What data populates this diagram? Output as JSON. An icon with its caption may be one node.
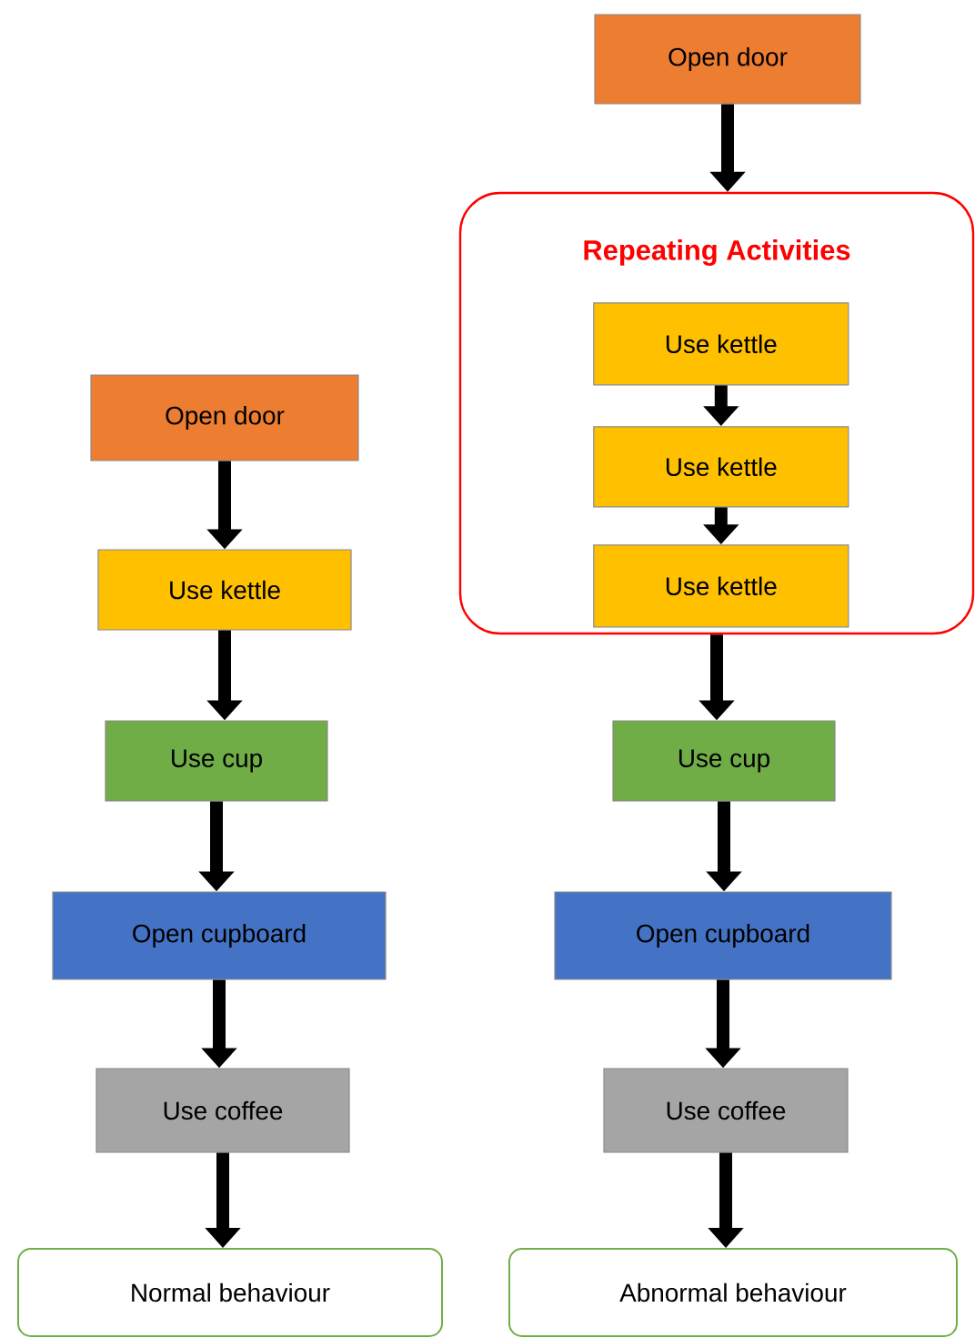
{
  "diagram": {
    "nodes": [
      {
        "text": [
          "Open door"
        ]
      },
      {
        "text": [
          "Use kettle"
        ]
      },
      {
        "text": [
          "Use cup"
        ]
      },
      {
        "text": [
          "Open cupboard"
        ]
      },
      {
        "text": [
          "Use coffee"
        ]
      },
      {
        "text": [
          "Normal behaviour"
        ]
      },
      {
        "text": [
          "Open door"
        ]
      },
      {
        "text": [
          "Repeating Activities"
        ]
      },
      {
        "text": [
          "Use kettle"
        ],
        "in": 7
      },
      {
        "text": [
          "Use kettle"
        ],
        "in": 7
      },
      {
        "text": [
          "Use kettle"
        ],
        "in": 7
      },
      {
        "text": [
          "Use cup"
        ]
      },
      {
        "text": [
          "Open cupboard"
        ]
      },
      {
        "text": [
          "Use coffee"
        ]
      },
      {
        "text": [
          "Abnormal behaviour"
        ]
      }
    ],
    "edges": [
      {
        "from": 0,
        "to": 1,
        "arrow": "to"
      },
      {
        "from": 1,
        "to": 2,
        "arrow": "to"
      },
      {
        "from": 2,
        "to": 3,
        "arrow": "to"
      },
      {
        "from": 3,
        "to": 4,
        "arrow": "to"
      },
      {
        "from": 4,
        "to": 5,
        "arrow": "to"
      },
      {
        "from": 6,
        "to": 7,
        "arrow": "to"
      },
      {
        "from": 8,
        "to": 9,
        "arrow": "to"
      },
      {
        "from": 9,
        "to": 10,
        "arrow": "to"
      },
      {
        "from": 7,
        "to": 11,
        "arrow": "to"
      },
      {
        "from": 11,
        "to": 12,
        "arrow": "to"
      },
      {
        "from": 12,
        "to": 13,
        "arrow": "to"
      },
      {
        "from": 13,
        "to": 14,
        "arrow": "to"
      }
    ]
  }
}
